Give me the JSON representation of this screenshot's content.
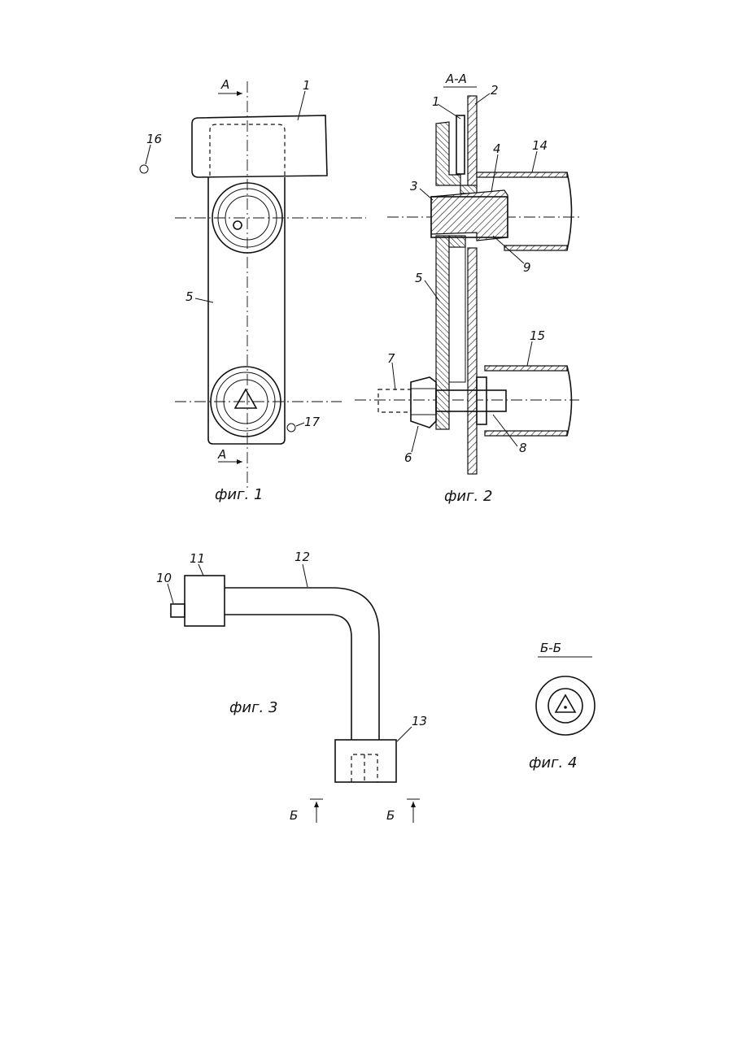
{
  "figures": {
    "fig1": {
      "caption": "фиг. 1",
      "section_mark": "А",
      "labels": {
        "part1": "1",
        "part5": "5",
        "part16": "16",
        "part17": "17"
      }
    },
    "fig2": {
      "caption": "фиг. 2",
      "section_title": "А-А",
      "labels": {
        "p1": "1",
        "p2": "2",
        "p3": "3",
        "p4": "4",
        "p5": "5",
        "p6": "6",
        "p7": "7",
        "p8": "8",
        "p9": "9",
        "p14": "14",
        "p15": "15"
      }
    },
    "fig3": {
      "caption": "фиг. 3",
      "section_mark": "Б",
      "labels": {
        "p10": "10",
        "p11": "11",
        "p12": "12",
        "p13": "13"
      }
    },
    "fig4": {
      "caption": "фиг. 4",
      "section_title": "Б-Б"
    }
  }
}
